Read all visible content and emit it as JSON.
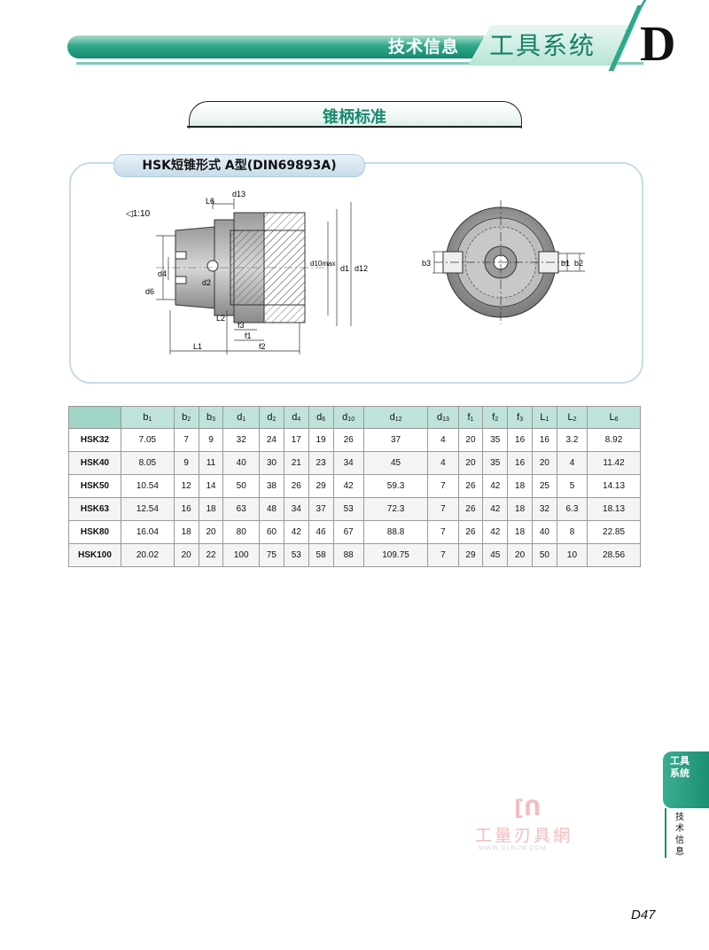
{
  "header": {
    "tech_label": "技术信息",
    "system_label": "工具系统",
    "section_letter": "D"
  },
  "section": {
    "title": "锥柄标准"
  },
  "drawing": {
    "title": "HSK短锥形式  A型(DIN69893A)",
    "labels": {
      "taper": "◁1:10",
      "L6": "L6",
      "d13": "d13",
      "d4": "d4",
      "d6": "d6",
      "d2": "d2",
      "d10max": "d10max",
      "d1": "d1",
      "d12": "d12",
      "L2": "L2",
      "f3": "f3",
      "f1": "f1",
      "L1": "L1",
      "f2": "f2",
      "b3": "b3",
      "b1": "b1",
      "b2": "b2"
    }
  },
  "table": {
    "headers": [
      {
        "base": "b",
        "sub": "1"
      },
      {
        "base": "b",
        "sub": "2"
      },
      {
        "base": "b",
        "sub": "3"
      },
      {
        "base": "d",
        "sub": "1"
      },
      {
        "base": "d",
        "sub": "2"
      },
      {
        "base": "d",
        "sub": "4"
      },
      {
        "base": "d",
        "sub": "6"
      },
      {
        "base": "d",
        "sub": "10"
      },
      {
        "base": "d",
        "sub": "12"
      },
      {
        "base": "d",
        "sub": "13"
      },
      {
        "base": "f",
        "sub": "1"
      },
      {
        "base": "f",
        "sub": "2"
      },
      {
        "base": "f",
        "sub": "3"
      },
      {
        "base": "L",
        "sub": "1"
      },
      {
        "base": "L",
        "sub": "2"
      },
      {
        "base": "L",
        "sub": "6"
      }
    ],
    "rows": [
      {
        "name": "HSK32",
        "values": [
          "7.05",
          "7",
          "9",
          "32",
          "24",
          "17",
          "19",
          "26",
          "37",
          "4",
          "20",
          "35",
          "16",
          "16",
          "3.2",
          "8.92"
        ]
      },
      {
        "name": "HSK40",
        "values": [
          "8.05",
          "9",
          "11",
          "40",
          "30",
          "21",
          "23",
          "34",
          "45",
          "4",
          "20",
          "35",
          "16",
          "20",
          "4",
          "11.42"
        ]
      },
      {
        "name": "HSK50",
        "values": [
          "10.54",
          "12",
          "14",
          "50",
          "38",
          "26",
          "29",
          "42",
          "59.3",
          "7",
          "26",
          "42",
          "18",
          "25",
          "5",
          "14.13"
        ]
      },
      {
        "name": "HSK63",
        "values": [
          "12.54",
          "16",
          "18",
          "63",
          "48",
          "34",
          "37",
          "53",
          "72.3",
          "7",
          "26",
          "42",
          "18",
          "32",
          "6.3",
          "18.13"
        ]
      },
      {
        "name": "HSK80",
        "values": [
          "16.04",
          "18",
          "20",
          "80",
          "60",
          "42",
          "46",
          "67",
          "88.8",
          "7",
          "26",
          "42",
          "18",
          "40",
          "8",
          "22.85"
        ]
      },
      {
        "name": "HSK100",
        "values": [
          "20.02",
          "20",
          "22",
          "100",
          "75",
          "53",
          "58",
          "88",
          "109.75",
          "7",
          "29",
          "45",
          "20",
          "50",
          "10",
          "28.56"
        ]
      }
    ]
  },
  "side_tab": {
    "title": "工具系统",
    "subtitle": "技术信息"
  },
  "watermark": {
    "logo": "[ᑎ",
    "name": "工量刃具網",
    "url": "WWW.GLRJW.COM"
  },
  "page_number": "D47"
}
